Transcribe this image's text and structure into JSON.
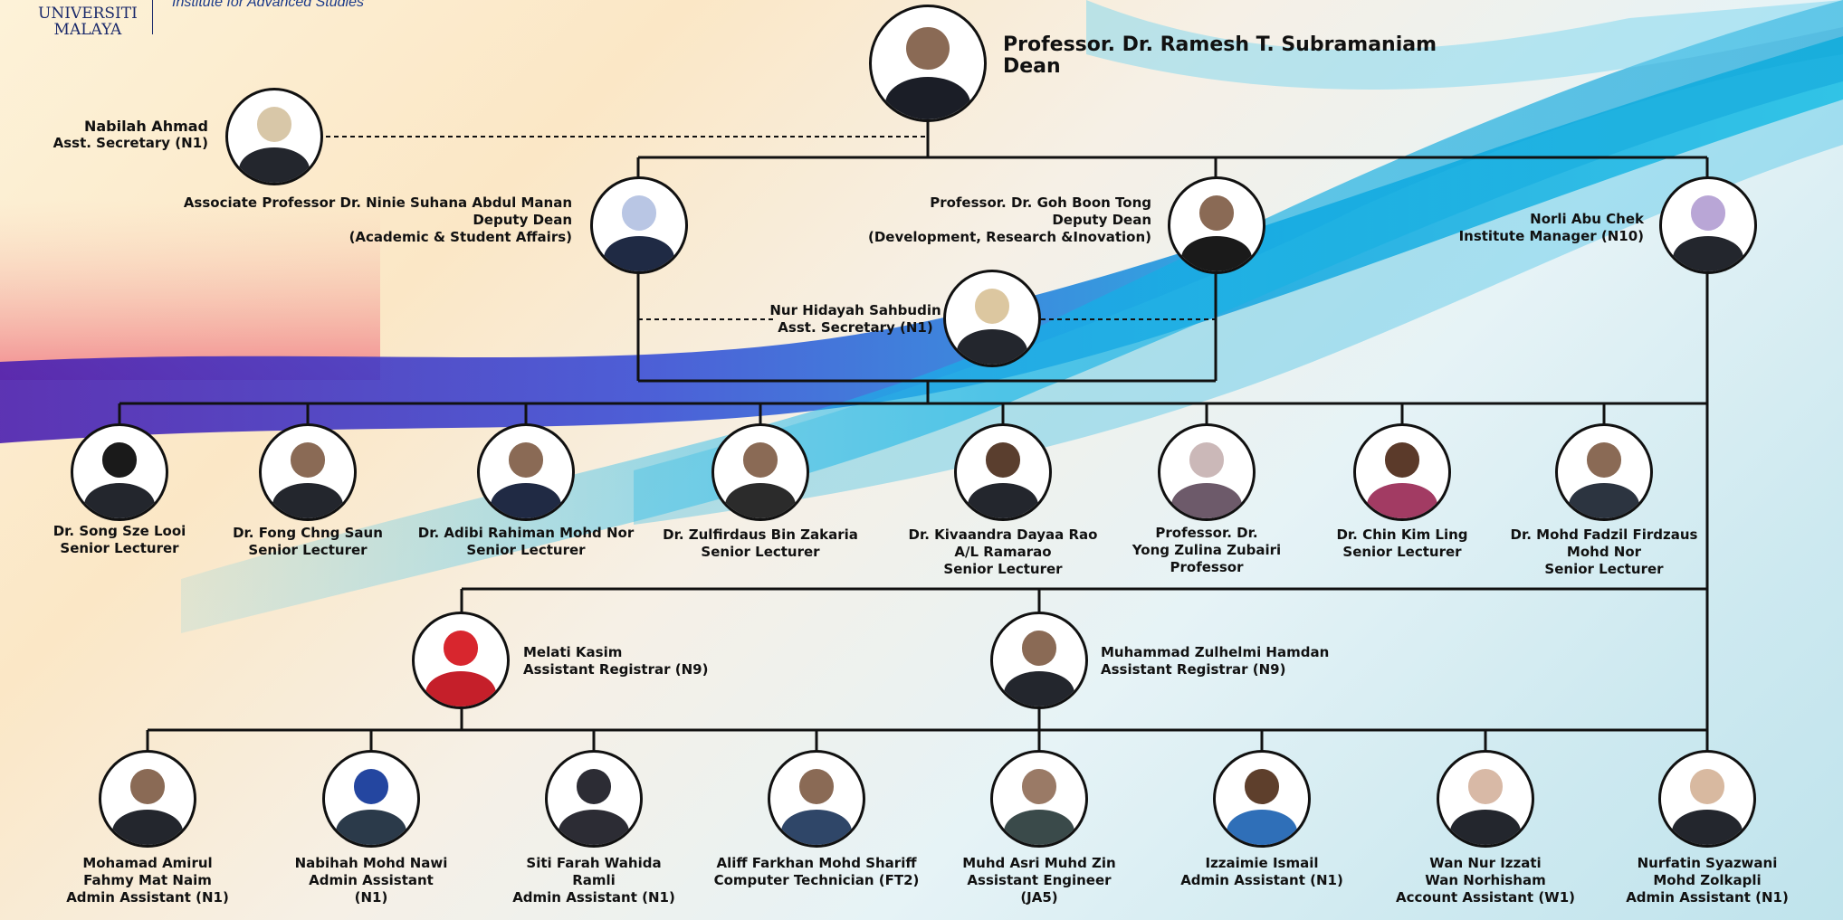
{
  "header": {
    "logo_line1": "UNIVERSITI",
    "logo_line2": "MALAYA",
    "institute": "Institute for Advanced Studies"
  },
  "dean": {
    "name": "Professor. Dr. Ramesh T. Subramaniam",
    "title": "Dean"
  },
  "asst_secretary_top": {
    "name": "Nabilah Ahmad",
    "title": "Asst. Secretary (N1)"
  },
  "deputy_academic": {
    "name": "Associate Professor Dr. Ninie Suhana Abdul Manan",
    "title": "Deputy Dean",
    "note": "(Academic & Student Affairs)"
  },
  "deputy_development": {
    "name": "Professor. Dr. Goh Boon Tong",
    "title": "Deputy Dean",
    "note": "(Development, Research &Inovation)"
  },
  "institute_manager": {
    "name": "Norli Abu Chek",
    "title": "Institute Manager (N10)"
  },
  "asst_secretary_mid": {
    "name": "Nur Hidayah Sahbudin",
    "title": "Asst. Secretary (N1)"
  },
  "academics": [
    {
      "lines": [
        "Dr. Song Sze Looi",
        "Senior Lecturer"
      ]
    },
    {
      "lines": [
        "Dr. Fong Chng Saun",
        "Senior Lecturer"
      ]
    },
    {
      "lines": [
        "Dr. Adibi Rahiman Mohd Nor",
        "Senior Lecturer"
      ]
    },
    {
      "lines": [
        "Dr. Zulfirdaus Bin Zakaria",
        "Senior Lecturer"
      ]
    },
    {
      "lines": [
        "Dr. Kivaandra Dayaa Rao",
        "A/L Ramarao",
        "Senior Lecturer"
      ]
    },
    {
      "lines": [
        "Professor. Dr.",
        "Yong Zulina Zubairi",
        "Professor"
      ]
    },
    {
      "lines": [
        "Dr. Chin Kim Ling",
        "Senior Lecturer"
      ]
    },
    {
      "lines": [
        "Dr. Mohd Fadzil Firdzaus",
        "Mohd Nor",
        "Senior Lecturer"
      ]
    }
  ],
  "registrars": [
    {
      "name": "Melati Kasim",
      "title": "Assistant Registrar (N9)"
    },
    {
      "name": "Muhammad Zulhelmi Hamdan",
      "title": "Assistant Registrar (N9)"
    }
  ],
  "staff": [
    {
      "lines": [
        "Mohamad Amirul",
        "Fahmy Mat Naim",
        "Admin Assistant (N1)"
      ]
    },
    {
      "lines": [
        "Nabihah Mohd Nawi",
        "Admin Assistant",
        "(N1)"
      ]
    },
    {
      "lines": [
        "Siti Farah Wahida",
        "Ramli",
        "Admin Assistant (N1)"
      ]
    },
    {
      "lines": [
        "Aliff Farkhan Mohd Shariff",
        "Computer Technician (FT2)"
      ]
    },
    {
      "lines": [
        "Muhd Asri Muhd Zin",
        "Assistant Engineer",
        "(JA5)"
      ]
    },
    {
      "lines": [
        "Izzaimie Ismail",
        "Admin Assistant (N1)"
      ]
    },
    {
      "lines": [
        "Wan Nur Izzati",
        "Wan Norhisham",
        "Account Assistant (W1)"
      ]
    },
    {
      "lines": [
        "Nurfatin Syazwani",
        "Mohd Zolkapli",
        "Admin Assistant (N1)"
      ]
    }
  ]
}
